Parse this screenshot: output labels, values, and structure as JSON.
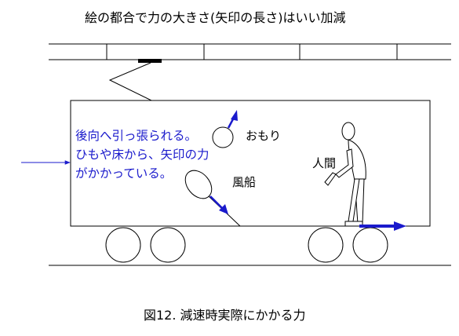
{
  "header_note": "絵の都合で力の大きさ(矢印の長さ)はいい加減",
  "explanation": {
    "line1": "後向へ引っ張られる。",
    "line2": "ひもや床から、矢印の力",
    "line3": "がかかっている。"
  },
  "labels": {
    "weight": "おもり",
    "balloon": "風船",
    "person": "人間"
  },
  "caption": "図12. 減速時実際にかかる力",
  "colors": {
    "line": "#000000",
    "force_arrow": "#1a1acc",
    "pantograph_shoe": "#000000"
  }
}
